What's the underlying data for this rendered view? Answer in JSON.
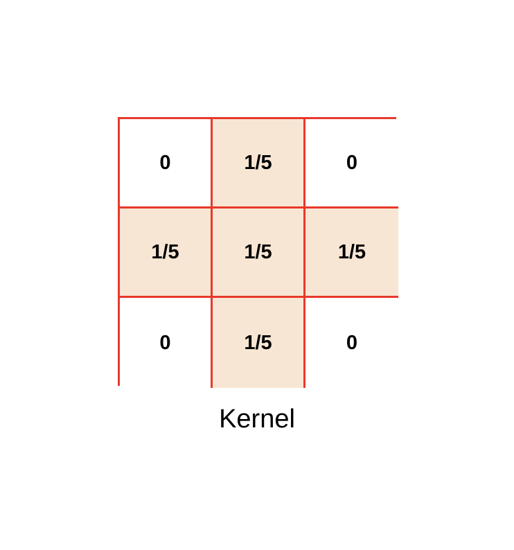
{
  "kernel": {
    "rows": [
      [
        {
          "value": "0",
          "highlight": false
        },
        {
          "value": "1/5",
          "highlight": true
        },
        {
          "value": "0",
          "highlight": false
        }
      ],
      [
        {
          "value": "1/5",
          "highlight": true
        },
        {
          "value": "1/5",
          "highlight": true
        },
        {
          "value": "1/5",
          "highlight": true
        }
      ],
      [
        {
          "value": "0",
          "highlight": false
        },
        {
          "value": "1/5",
          "highlight": true
        },
        {
          "value": "0",
          "highlight": false
        }
      ]
    ],
    "caption": "Kernel"
  },
  "colors": {
    "border": "#e8392b",
    "highlight": "#f8e6d4",
    "background": "#ffffff",
    "text": "#000000"
  }
}
